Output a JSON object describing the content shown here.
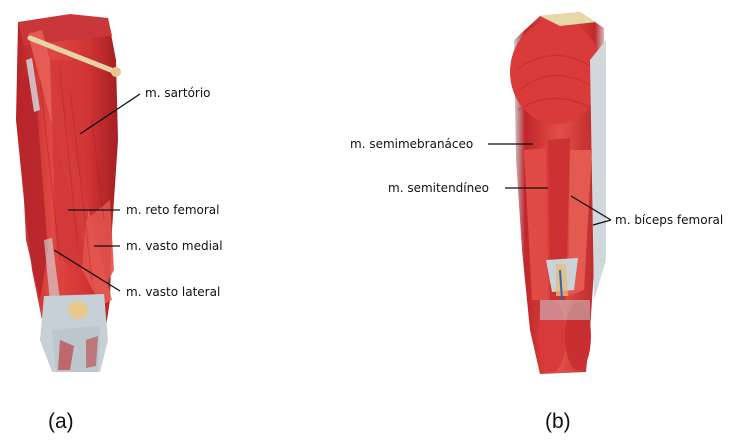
{
  "panel_a": {
    "caption": "(a)",
    "labels": {
      "sartorio": "m. sartório",
      "reto_femoral": "m. reto femoral",
      "vasto_medial": "m. vasto medial",
      "vasto_lateral": "m. vasto lateral"
    }
  },
  "panel_b": {
    "caption": "(b)",
    "labels": {
      "semimembranaceo": "m. semimebranáceo",
      "semitendineo": "m. semitendíneo",
      "biceps_femoral": "m. bíceps femoral"
    }
  },
  "colors": {
    "muscle": "#d9393a",
    "muscle_dark": "#a81f22",
    "muscle_light": "#ef6a5e",
    "tendon": "#c9d3d8",
    "bone": "#e9c98a"
  }
}
